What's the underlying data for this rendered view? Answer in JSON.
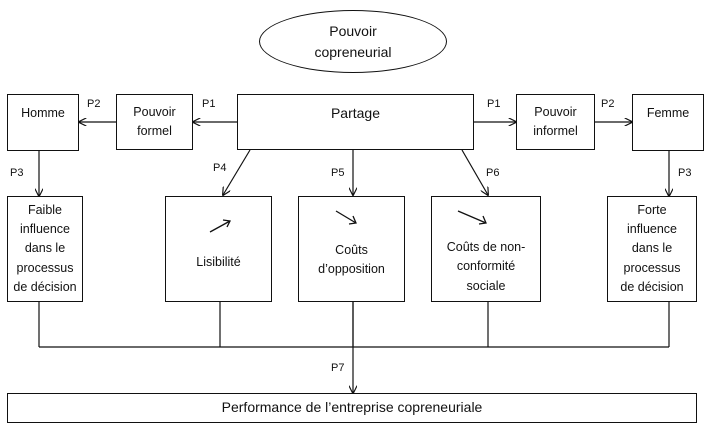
{
  "diagram": {
    "nodes": {
      "pouvoir_copreneurial": "Pouvoir\ncopreneurial",
      "partage": "Partage",
      "pouvoir_formel": "Pouvoir\nformel",
      "pouvoir_informel": "Pouvoir\ninformel",
      "homme": "Homme",
      "femme": "Femme",
      "faible_influence": "Faible\ninfluence\ndans le\nprocessus\nde décision",
      "lisibilite": "Lisibilité",
      "couts_opposition": "Coûts\nd’opposition",
      "couts_non_conformite": "Coûts de non-\nconformité\nsociale",
      "forte_influence": "Forte\ninfluence\ndans le\nprocessus\nde décision",
      "performance": "Performance de l’entreprise copreneuriale"
    },
    "edge_labels": {
      "p1_left": "P1",
      "p1_right": "P1",
      "p2_left": "P2",
      "p2_right": "P2",
      "p3_left": "P3",
      "p3_right": "P3",
      "p4": "P4",
      "p5": "P5",
      "p6": "P6",
      "p7": "P7"
    },
    "trend_icons": {
      "lisibilite": "arrow-up-right-icon",
      "couts_opposition": "arrow-down-right-icon",
      "couts_non_conformite": "arrow-down-right-icon"
    },
    "colors": {
      "line": "#111111",
      "background": "#ffffff"
    }
  }
}
